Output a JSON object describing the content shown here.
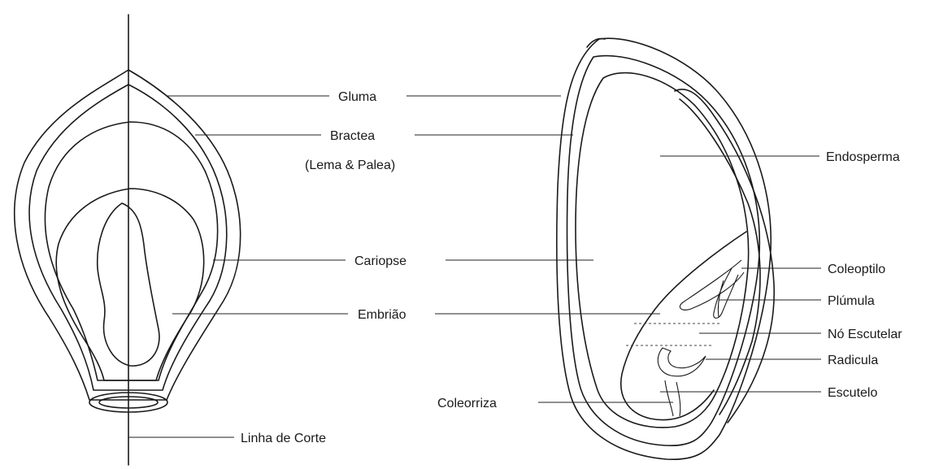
{
  "labels": {
    "gluma": "Gluma",
    "bractea": "Bractea",
    "lema_palea": "(Lema & Palea)",
    "cariopse": "Cariopse",
    "embriao": "Embrião",
    "linha_corte": "Linha de Corte",
    "endosperma": "Endosperma",
    "coleoptilo": "Coleoptilo",
    "plumula": "Plúmula",
    "no_escutelar": "Nó Escutelar",
    "radicula": "Radicula",
    "escutelo": "Escutelo",
    "coleorriza": "Coleorriza"
  }
}
